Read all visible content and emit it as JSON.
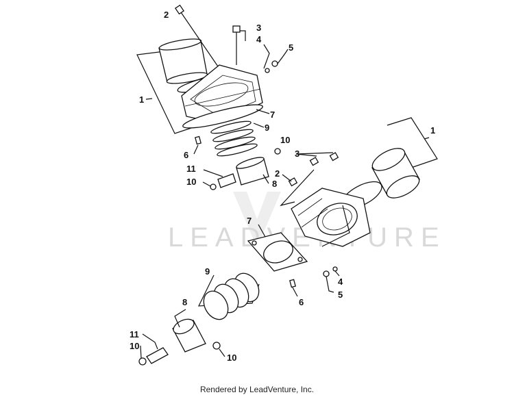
{
  "watermark": {
    "brand": "LEADVENTURE"
  },
  "footer": {
    "text": "Rendered by LeadVenture, Inc."
  },
  "callouts": {
    "top": {
      "c1": "1",
      "c2": "2",
      "c3": "3",
      "c4": "4",
      "c5": "5",
      "c6": "6",
      "c7": "7",
      "c8": "8",
      "c9": "9",
      "c10a": "10",
      "c10b": "10",
      "c11": "11"
    },
    "bottom": {
      "c1": "1",
      "c2": "2",
      "c3": "3",
      "c4": "4",
      "c5": "5",
      "c6": "6",
      "c7": "7",
      "c8": "8",
      "c9": "9",
      "c10a": "10",
      "c10b": "10",
      "c11": "11"
    }
  }
}
